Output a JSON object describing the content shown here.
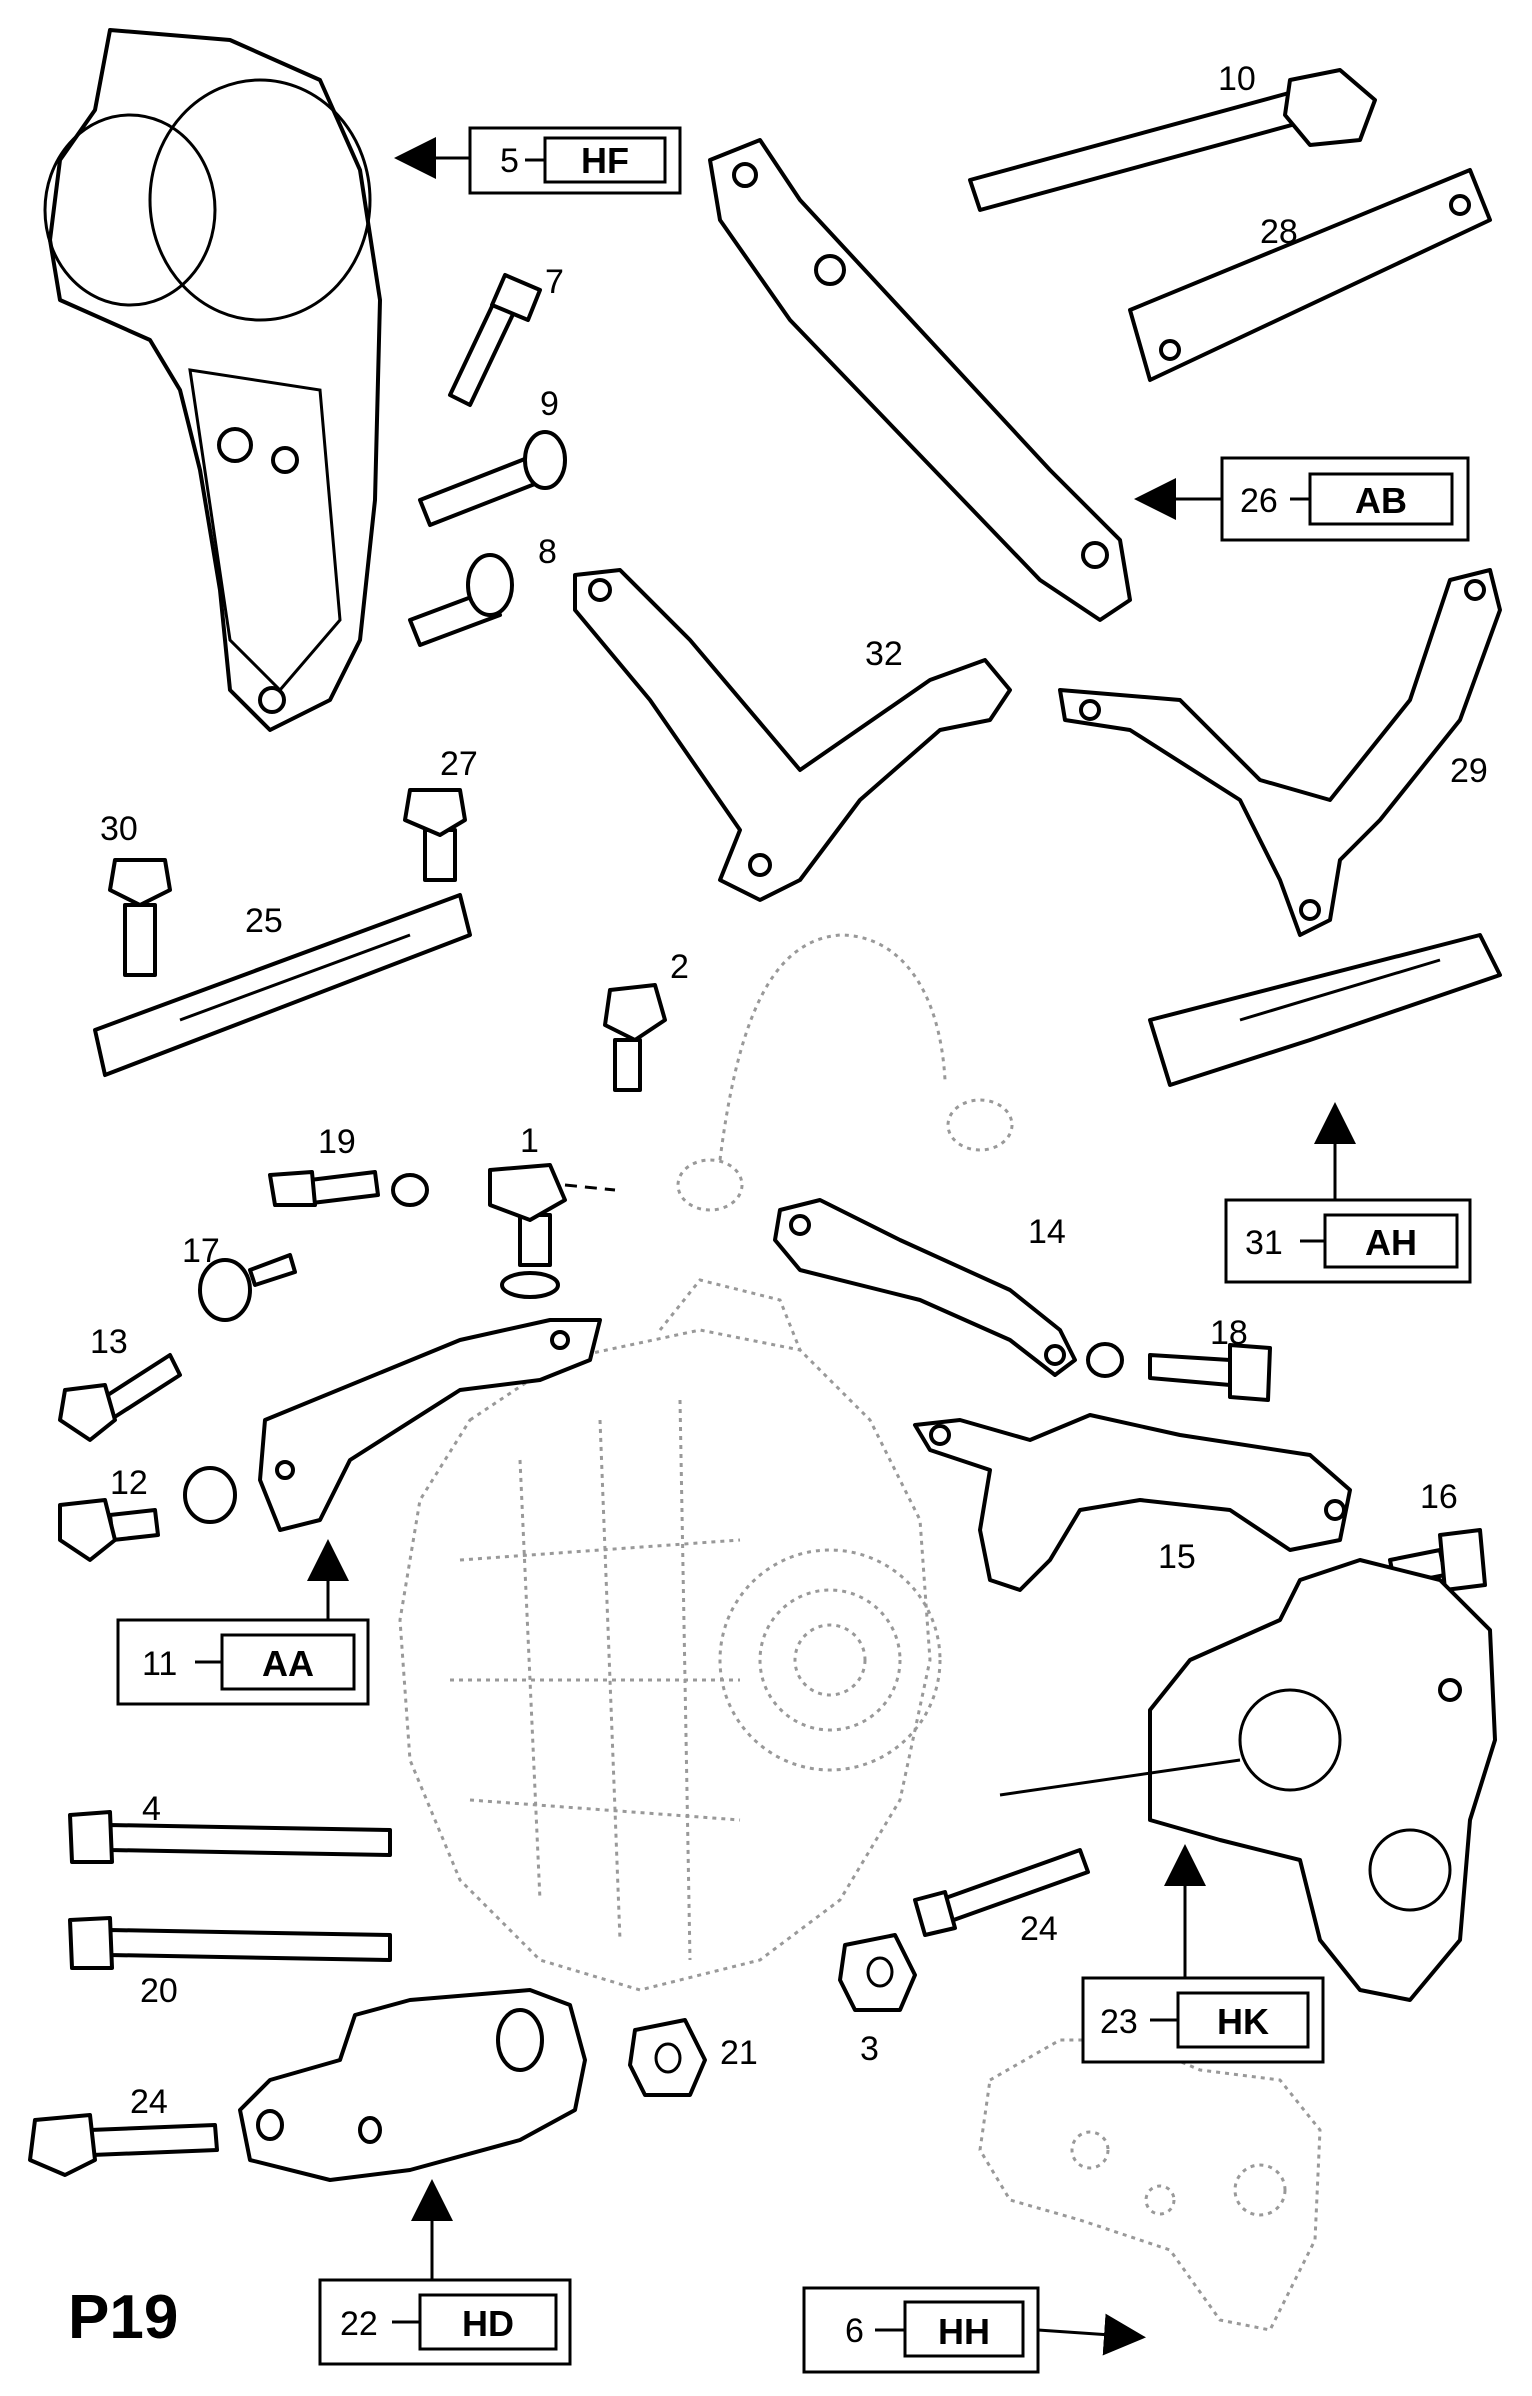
{
  "page_code": "P19",
  "parts": [
    {
      "num": "1"
    },
    {
      "num": "2"
    },
    {
      "num": "3"
    },
    {
      "num": "4"
    },
    {
      "num": "7"
    },
    {
      "num": "8"
    },
    {
      "num": "9"
    },
    {
      "num": "10"
    },
    {
      "num": "12"
    },
    {
      "num": "13"
    },
    {
      "num": "14"
    },
    {
      "num": "15"
    },
    {
      "num": "16"
    },
    {
      "num": "17"
    },
    {
      "num": "18"
    },
    {
      "num": "19"
    },
    {
      "num": "20"
    },
    {
      "num": "21"
    },
    {
      "num": "24"
    },
    {
      "num": "24"
    },
    {
      "num": "25"
    },
    {
      "num": "27"
    },
    {
      "num": "28"
    },
    {
      "num": "29"
    },
    {
      "num": "30"
    },
    {
      "num": "32"
    }
  ],
  "callouts": [
    {
      "num": "5",
      "code": "HF"
    },
    {
      "num": "26",
      "code": "AB"
    },
    {
      "num": "31",
      "code": "AH"
    },
    {
      "num": "11",
      "code": "AA"
    },
    {
      "num": "23",
      "code": "HK"
    },
    {
      "num": "22",
      "code": "HD"
    },
    {
      "num": "6",
      "code": "HH"
    }
  ]
}
